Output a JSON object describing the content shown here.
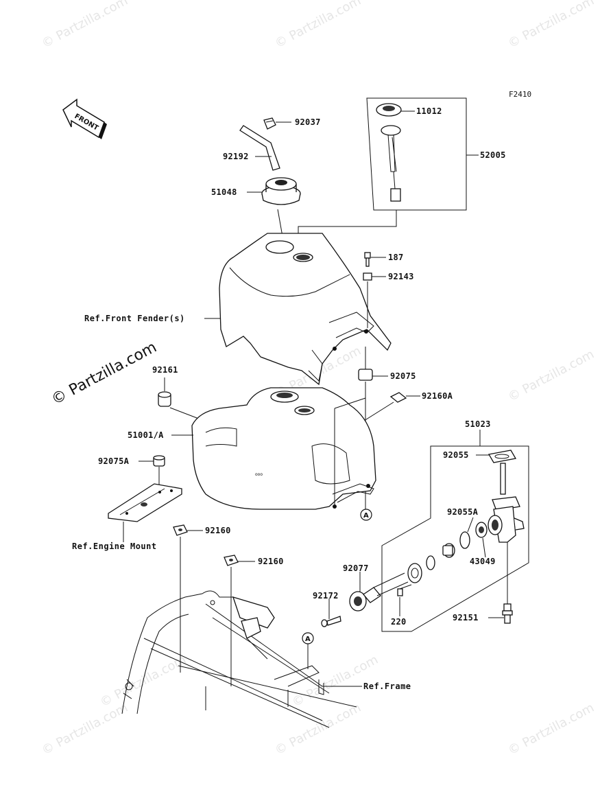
{
  "figure_code": "F2410",
  "front_indicator": "FRONT",
  "watermark": {
    "text": "© Partzilla.com",
    "main_text": "© Partzilla.com"
  },
  "parts": {
    "p92037": "92037",
    "p92192": "92192",
    "p51048": "51048",
    "p11012": "11012",
    "p52005": "52005",
    "p187": "187",
    "p92143": "92143",
    "p92075": "92075",
    "p92161": "92161",
    "p92160A": "92160A",
    "p51001A": "51001/A",
    "p51023": "51023",
    "p92055": "92055",
    "p92075A": "92075A",
    "p92055A": "92055A",
    "p43049": "43049",
    "p92160_1": "92160",
    "p92160_2": "92160",
    "p92077": "92077",
    "p92172": "92172",
    "p220": "220",
    "p92151": "92151"
  },
  "refs": {
    "front_fender": "Ref.Front Fender(s)",
    "engine_mount": "Ref.Engine Mount",
    "frame": "Ref.Frame"
  },
  "markers": {
    "a1": "A",
    "a2": "A"
  }
}
